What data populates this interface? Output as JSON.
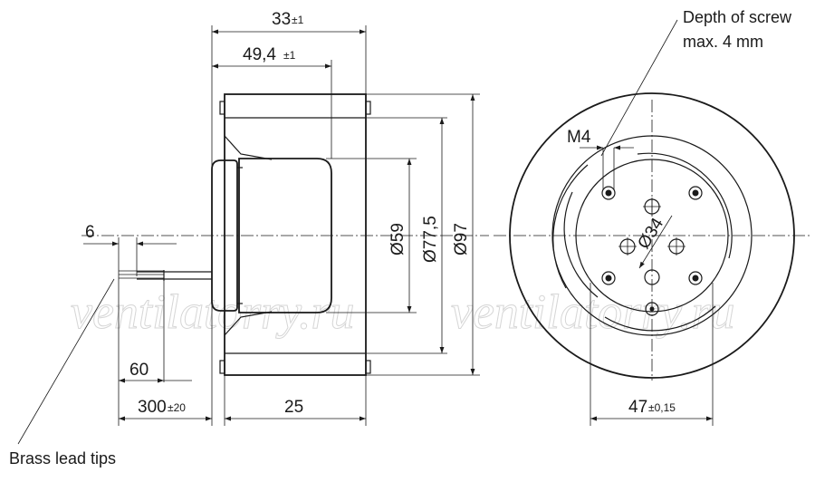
{
  "watermark": "ventilatorry.ru",
  "side_view": {
    "dim_33": {
      "value": "33",
      "tolerance": "±1"
    },
    "dim_49_4": {
      "value": "49,4",
      "tolerance": "±1"
    },
    "dim_6": {
      "value": "6"
    },
    "dim_60": {
      "value": "60"
    },
    "dim_300": {
      "value": "300",
      "tolerance": "±20"
    },
    "dim_25": {
      "value": "25"
    },
    "dia_59": "Ø59",
    "dia_77_5": "Ø77,5",
    "dia_97": "Ø97",
    "note_brass": "Brass lead tips"
  },
  "front_view": {
    "screw_note_line1": "Depth of screw",
    "screw_note_line2": "max. 4 mm",
    "thread_label": "M4",
    "dia_34": "Ø34",
    "dim_47": {
      "value": "47",
      "tolerance": "±0,15"
    }
  }
}
